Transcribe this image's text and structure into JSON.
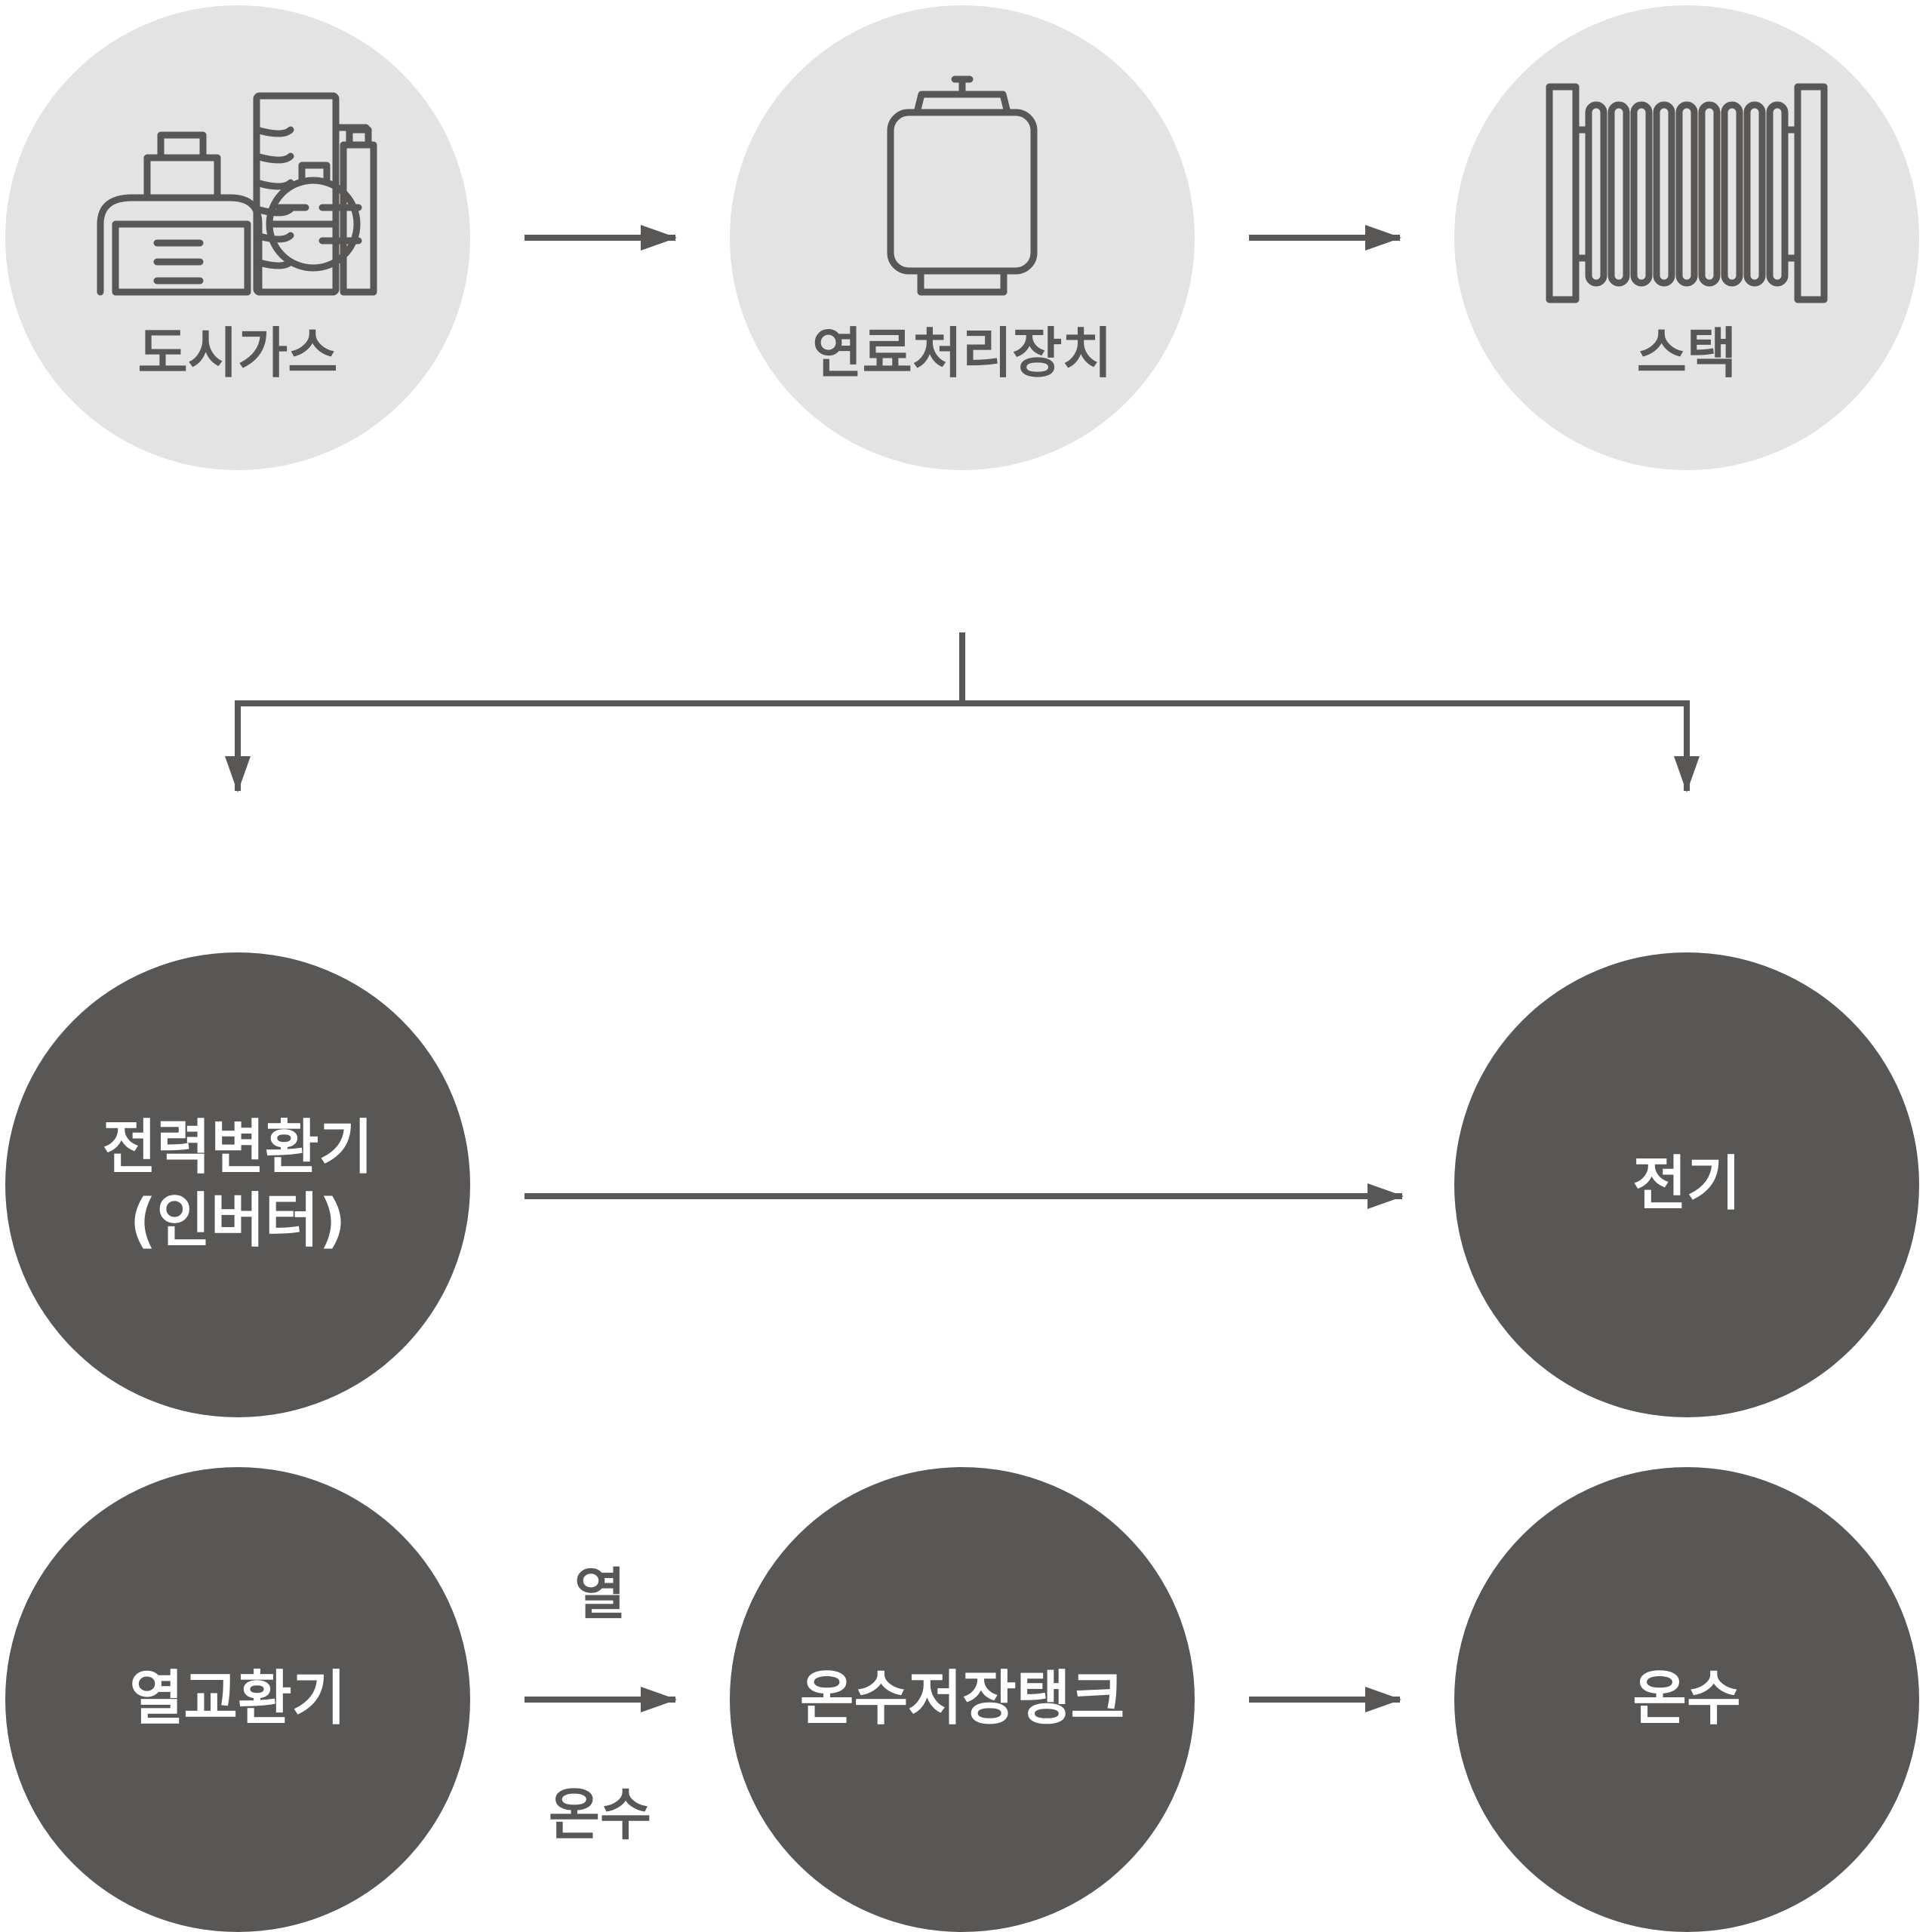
{
  "nodes": {
    "city_gas": {
      "label": "도시가스",
      "icon": "gas-plant-icon"
    },
    "fuel_processor": {
      "label": "연료처리장치",
      "icon": "gas-cylinder-icon"
    },
    "stack": {
      "label": "스택",
      "icon": "fuel-cell-stack-icon"
    },
    "inverter": {
      "label_line1": "전력변환기",
      "label_line2": "(인버터)"
    },
    "electricity": {
      "label": "전기"
    },
    "heat_exchanger": {
      "label": "열교환기"
    },
    "hot_water_tank": {
      "label": "온수저장탱크"
    },
    "hot_water": {
      "label": "온수"
    }
  },
  "flow_labels": {
    "heat": "열",
    "hot_water": "온수"
  },
  "colors": {
    "dark": "#585755",
    "light": "#e3e3e3",
    "text_on_dark": "#ffffff"
  }
}
